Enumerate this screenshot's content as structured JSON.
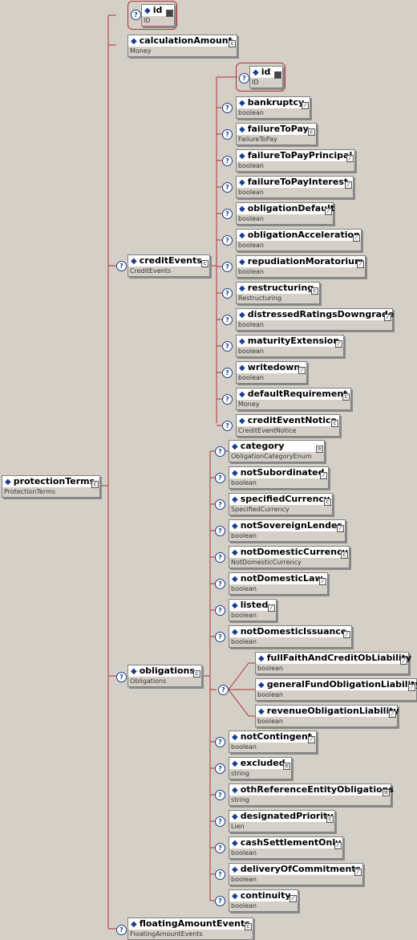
{
  "root": {
    "name": "protectionTerms",
    "type": "ProtectionTerms"
  },
  "level1": [
    {
      "name": "id",
      "type": "ID",
      "attribute": true
    },
    {
      "name": "calculationAmount",
      "type": "Money"
    },
    {
      "name": "creditEvents",
      "type": "CreditEvents"
    },
    {
      "name": "obligations",
      "type": "Obligations"
    },
    {
      "name": "floatingAmountEvents",
      "type": "FloatingAmountEvents"
    }
  ],
  "creditEvents": [
    {
      "name": "id",
      "type": "ID",
      "attribute": true
    },
    {
      "name": "bankruptcy",
      "type": "boolean"
    },
    {
      "name": "failureToPay",
      "type": "FailureToPay"
    },
    {
      "name": "failureToPayPrincipal",
      "type": "boolean"
    },
    {
      "name": "failureToPayInterest",
      "type": "boolean"
    },
    {
      "name": "obligationDefault",
      "type": "boolean"
    },
    {
      "name": "obligationAcceleration",
      "type": "boolean"
    },
    {
      "name": "repudiationMoratorium",
      "type": "boolean"
    },
    {
      "name": "restructuring",
      "type": "Restructuring"
    },
    {
      "name": "distressedRatingsDowngrade",
      "type": "boolean"
    },
    {
      "name": "maturityExtension",
      "type": "boolean"
    },
    {
      "name": "writedown",
      "type": "boolean"
    },
    {
      "name": "defaultRequirement",
      "type": "Money"
    },
    {
      "name": "creditEventNotice",
      "type": "CreditEventNotice"
    }
  ],
  "obligations": [
    {
      "name": "category",
      "type": "ObligationCategoryEnum"
    },
    {
      "name": "notSubordinated",
      "type": "boolean"
    },
    {
      "name": "specifiedCurrency",
      "type": "SpecifiedCurrency"
    },
    {
      "name": "notSovereignLender",
      "type": "boolean"
    },
    {
      "name": "notDomesticCurrency",
      "type": "NotDomesticCurrency"
    },
    {
      "name": "notDomesticLaw",
      "type": "boolean"
    },
    {
      "name": "listed",
      "type": "boolean"
    },
    {
      "name": "notDomesticIssuance",
      "type": "boolean"
    },
    {
      "name": "notContingent",
      "type": "boolean"
    },
    {
      "name": "excluded",
      "type": "string"
    },
    {
      "name": "othReferenceEntityObligations",
      "type": "string"
    },
    {
      "name": "designatedPriority",
      "type": "Lien"
    },
    {
      "name": "cashSettlementOnly",
      "type": "boolean"
    },
    {
      "name": "deliveryOfCommitments",
      "type": "boolean"
    },
    {
      "name": "continuity",
      "type": "boolean"
    }
  ],
  "choice": [
    {
      "name": "fullFaithAndCreditObLiability",
      "type": "boolean"
    },
    {
      "name": "generalFundObligationLiability",
      "type": "boolean"
    },
    {
      "name": "revenueObligationLiability",
      "type": "boolean"
    }
  ],
  "colors": {
    "background": "#d4d0c8",
    "line": "#b03030",
    "accent": "#1a3d8f"
  }
}
